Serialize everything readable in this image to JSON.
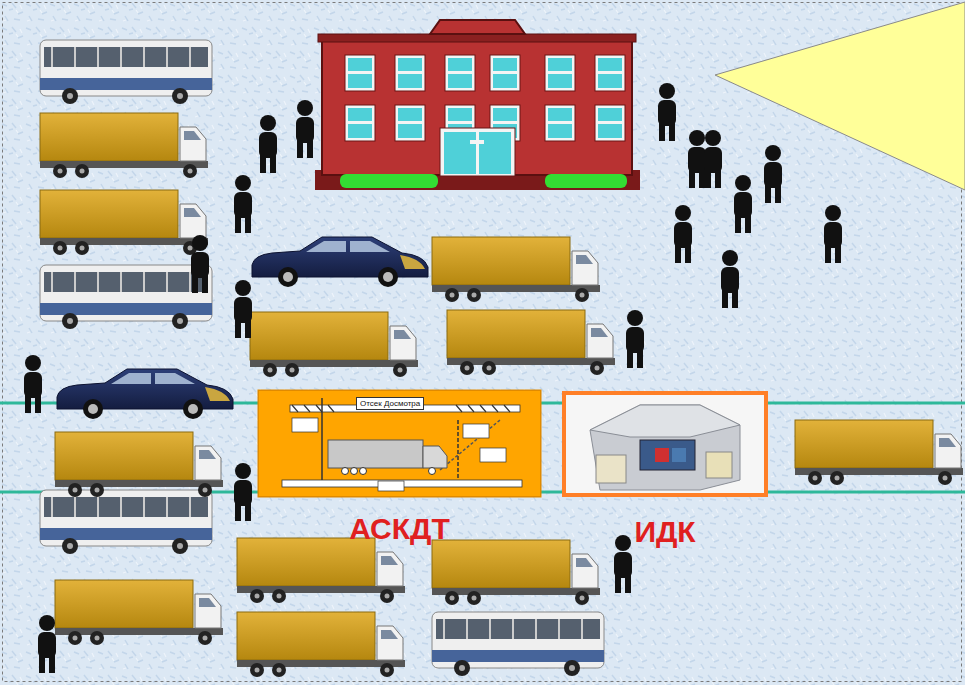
{
  "diagram": {
    "nodes": [
      {
        "text": [
          "Отсек Досмотра",
          "АСКДТ"
        ]
      },
      {
        "text": [
          "ИДК"
        ]
      }
    ]
  }
}
